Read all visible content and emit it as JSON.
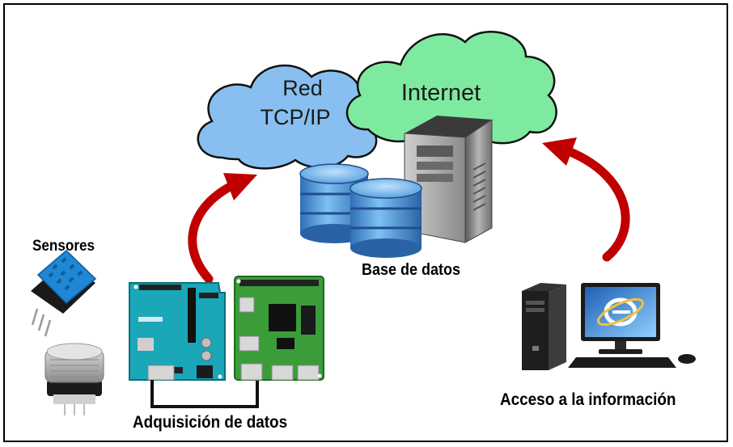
{
  "labels": {
    "sensors": "Sensores",
    "database": "Base de datos",
    "acquisition": "Adquisición de datos",
    "access": "Acceso a la información"
  },
  "clouds": {
    "network_line1": "Red",
    "network_line2": "TCP/IP",
    "internet": "Internet"
  },
  "colors": {
    "network_cloud": "#88bff0",
    "internet_cloud": "#7eeaa0",
    "arrow": "#c00000",
    "database": "#5aa2e0",
    "arduino": "#1aa7b8",
    "raspberry": "#3a9d3a"
  }
}
